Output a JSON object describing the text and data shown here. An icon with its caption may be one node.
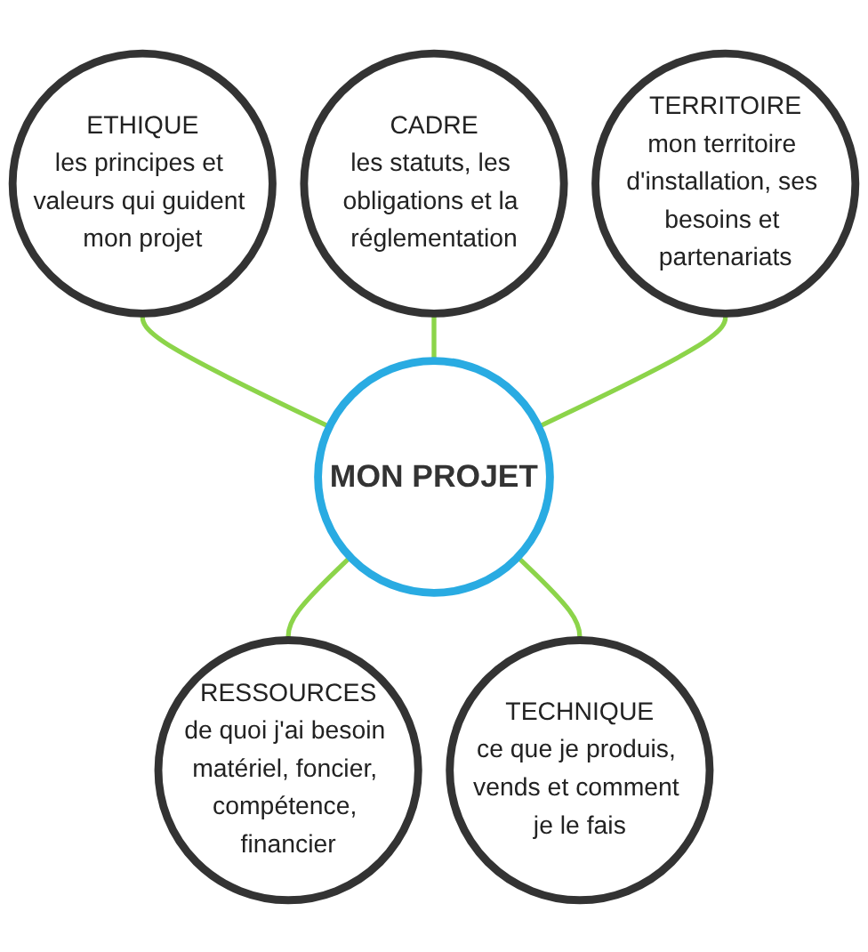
{
  "diagram": {
    "nodes": [
      {
        "text": [
          "ETHIQUE",
          "les principes et valeurs qui guident mon projet"
        ]
      },
      {
        "text": [
          "CADRE",
          "les statuts, les obligations et la réglementation"
        ]
      },
      {
        "text": [
          "TERRITOIRE",
          "mon territoire d'installation, ses besoins et partenariats"
        ]
      },
      {
        "text": [
          "MON PROJET"
        ]
      },
      {
        "text": [
          "RESSOURCES",
          "de quoi j'ai besoin matériel, foncier, compétence, financier"
        ]
      },
      {
        "text": [
          "TECHNIQUE",
          "ce que je produis, vends et comment je le fais"
        ]
      }
    ],
    "edges": [
      {
        "from": 0,
        "to": 3,
        "arrow": "none"
      },
      {
        "from": 1,
        "to": 3,
        "arrow": "none"
      },
      {
        "from": 2,
        "to": 3,
        "arrow": "none"
      },
      {
        "from": 3,
        "to": 4,
        "arrow": "none"
      },
      {
        "from": 3,
        "to": 5,
        "arrow": "none"
      }
    ]
  }
}
